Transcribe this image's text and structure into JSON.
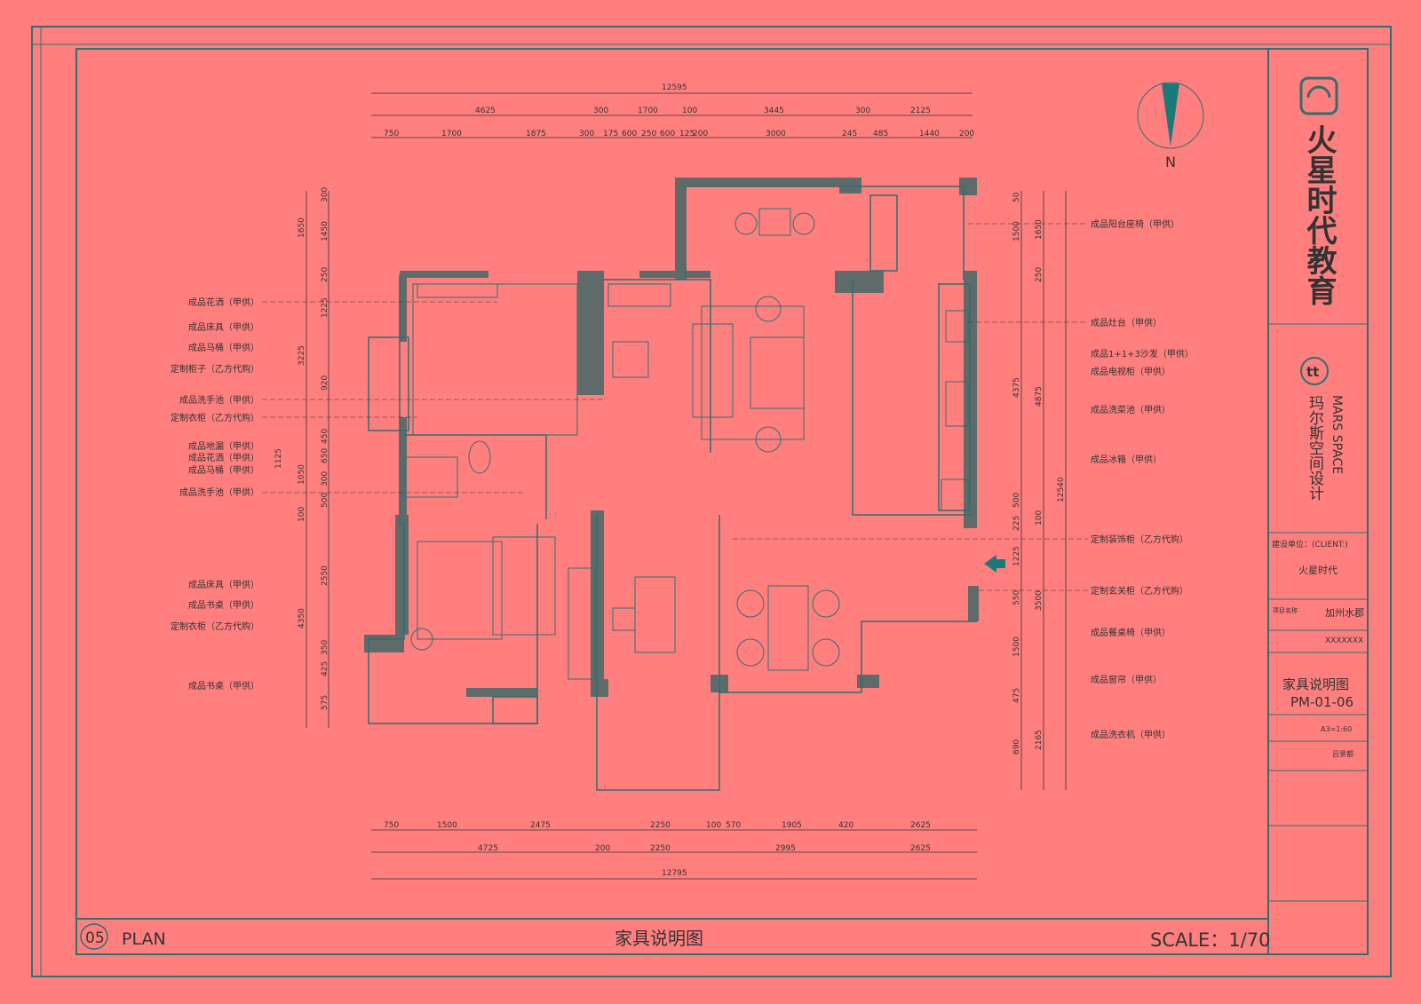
{
  "colors": {
    "background": "#ff7f7f",
    "ink": "#2f6f6f",
    "wall": "#5f6b6b",
    "text": "#333333"
  },
  "north_label": "N",
  "title_block": {
    "company_cn": "火星时代教育",
    "studio_en": "MARS SPACE",
    "studio_cn": "玛尔斯空间设计",
    "client_label": "建设单位：(CLIENT:)",
    "client_value": "火星时代",
    "project_label": "项目名称",
    "project_value": "加州水郡",
    "subproject_value": "XXXXXXX",
    "drawing_name": "家具说明图",
    "drawing_no": "PM-01-06",
    "scale_value": "A3=1:60",
    "designer_value": "吕景都"
  },
  "footer": {
    "sheet_no": "05",
    "plan_label": "PLAN",
    "center_title": "家具说明图",
    "scale": "SCALE：1/70"
  },
  "left_labels": [
    "成品花洒（甲供）",
    "成品床具（甲供）",
    "成品马桶（甲供）",
    "定制柜子（乙方代购）",
    "成品洗手池（甲供）",
    "定制衣柜（乙方代购）",
    "成品地漏（甲供）",
    "成品花洒（甲供）",
    "成品马桶（甲供）",
    "成品洗手池（甲供）",
    "成品床具（甲供）",
    "成品书桌（甲供）",
    "定制衣柜（乙方代购）",
    "成品书桌（甲供）"
  ],
  "right_labels": [
    "成品阳台座椅（甲供）",
    "成品灶台（甲供）",
    "成品1+1+3沙发（甲供）",
    "成品电视柜（甲供）",
    "成品洗菜池（甲供）",
    "成品冰箱（甲供）",
    "定制装饰柜（乙方代购）",
    "定制玄关柜（乙方代购）",
    "成品餐桌椅（甲供）",
    "成品窗帘（甲供）",
    "成品洗衣机（甲供）"
  ],
  "top_dims": {
    "overall": "12595",
    "row1": [
      "4625",
      "300",
      "1700",
      "100",
      "3445",
      "300",
      "2125"
    ],
    "row2": [
      "750",
      "1700",
      "1875",
      "300",
      "175",
      "600",
      "250",
      "600",
      "125",
      "200",
      "3000",
      "245",
      "485",
      "1440",
      "200"
    ]
  },
  "bottom_dims": {
    "row1": [
      "750",
      "1500",
      "2475",
      "2250",
      "100",
      "570",
      "1905",
      "420",
      "2625"
    ],
    "row2": [
      "4725",
      "200",
      "2250",
      "2995",
      "2625"
    ],
    "overall": "12795"
  },
  "left_dims": [
    "300",
    "1650",
    "1450",
    "250",
    "1225",
    "3225",
    "920",
    "1125",
    "450",
    "650",
    "1050",
    "300",
    "500",
    "100",
    "2550",
    "4350",
    "350",
    "425",
    "575"
  ],
  "right_dims": [
    "50",
    "1500",
    "1650",
    "250",
    "4375",
    "4875",
    "500",
    "225",
    "1225",
    "550",
    "3500",
    "1500",
    "475",
    "2165",
    "12540",
    "100",
    "690"
  ]
}
